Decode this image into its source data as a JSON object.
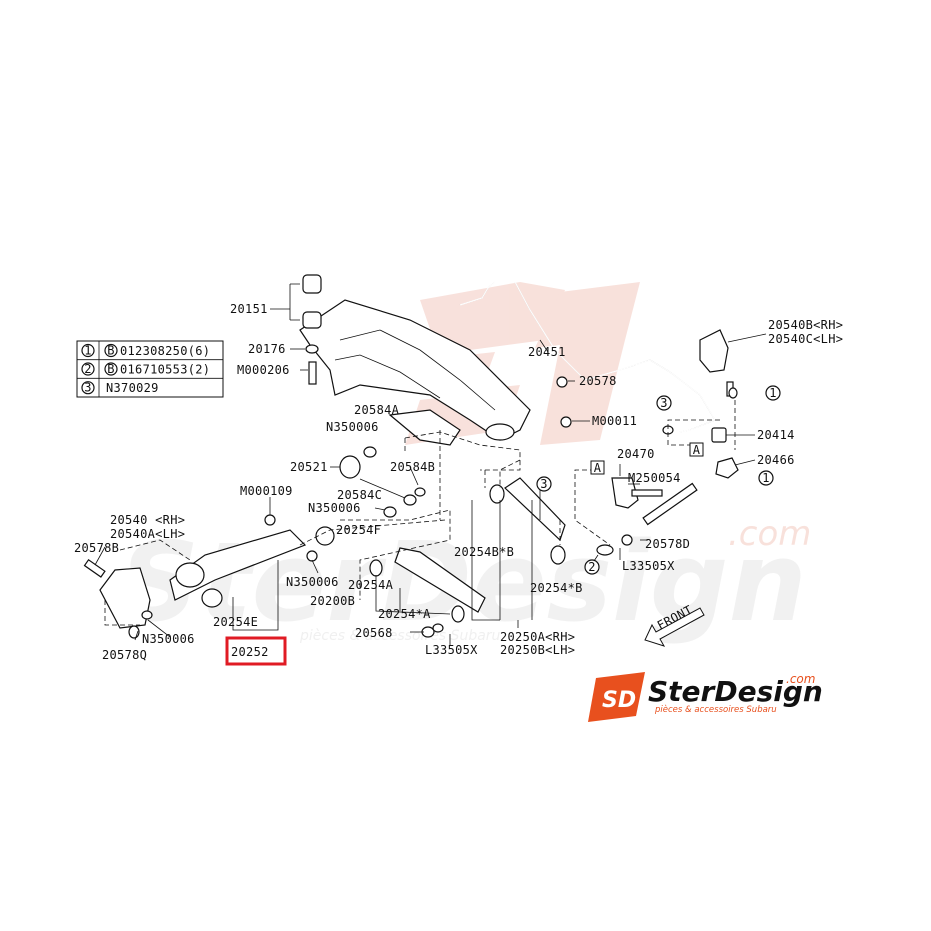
{
  "legend": {
    "rows": [
      {
        "num": "1",
        "code": "B",
        "value": "012308250(6)"
      },
      {
        "num": "2",
        "code": "B",
        "value": "016710553(2)"
      },
      {
        "num": "3",
        "code": "",
        "value": "N370029"
      }
    ]
  },
  "part_labels": {
    "p20151": "20151",
    "p20176": "20176",
    "pM000206": "M000206",
    "p20451": "20451",
    "p20578": "20578",
    "p20540B": "20540B<RH>",
    "p20540C": "20540C<LH>",
    "p20584A": "20584A",
    "pN350006a": "N350006",
    "pM00011": "M00011",
    "p20414": "20414",
    "p20521": "20521",
    "p20584B": "20584B",
    "p20466": "20466",
    "p20470": "20470",
    "pM250054": "M250054",
    "p20584C": "20584C",
    "pM000109": "M000109",
    "pN350006b": "N350006",
    "p20254F": "20254F",
    "p20540RH": "20540 <RH>",
    "p20540ALH": "20540A<LH>",
    "p20578B": "20578B",
    "p20254BB": "20254B*B",
    "p20578D": "20578D",
    "pL33505Xa": "L33505X",
    "pN350006c": "N350006",
    "p20254A": "20254A",
    "p20200B": "20200B",
    "p20254B2": "20254*B",
    "p20254A2": "20254*A",
    "pN350006d": "N350006",
    "p20254E": "20254E",
    "p20568": "20568",
    "p20250A": "20250A<RH>",
    "p20250B": "20250B<LH>",
    "pL33505Xb": "L33505X",
    "p20578Q": "20578Q",
    "p20252": "20252"
  },
  "markers": {
    "boxA": "A",
    "c1": "1",
    "c2": "2",
    "c3": "3"
  },
  "front_label": "FRONT",
  "watermark": {
    "brand": "SterDesign",
    "tld": ".com",
    "tagline": "pièces & accessoires Subaru"
  },
  "logo": {
    "mark": "SD",
    "brand": "SterDesign",
    "tld": ".com",
    "tagline": "pièces & accessoires Subaru"
  },
  "highlight_part": "20252",
  "colors": {
    "highlight": "#e01b24",
    "logo_orange": "#e8501e",
    "watermark": "#f3c9bf",
    "ink": "#111111"
  }
}
